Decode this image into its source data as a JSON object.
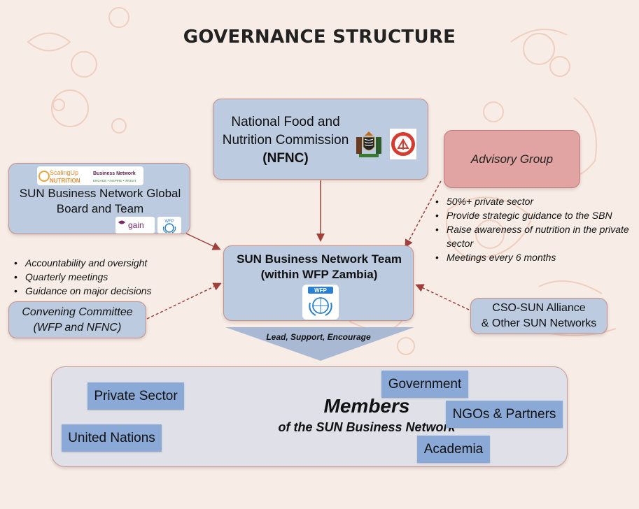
{
  "title": "GOVERNANCE STRUCTURE",
  "nfnc": {
    "line1": "National Food and",
    "line2": "Nutrition Commission",
    "line3": "(NFNC)"
  },
  "sbn_global": {
    "line1": "SUN Business Network Global",
    "line2": "Board and Team",
    "logo_sun": {
      "text1": "ScalingUp",
      "text2": "NUTRITION",
      "text3": "Business Network",
      "text4": "ENGAGE • INSPIRE • INVEST"
    },
    "logo_gain": "gain",
    "logo_wfp": "WFP"
  },
  "advisory": {
    "label": "Advisory Group",
    "bullets": [
      "50%+ private sector",
      "Provide strategic guidance to the SBN",
      "Raise awareness of nutrition in the private",
      "sector",
      "Meetings every 6 months"
    ]
  },
  "team": {
    "line1": "SUN Business Network Team",
    "line2": "(within WFP Zambia)",
    "logo": "WFP"
  },
  "convening": {
    "line1": "Convening Committee",
    "line2": "(WFP and NFNC)",
    "bullets": [
      "Accountability and oversight",
      "Quarterly meetings",
      "Guidance on major decisions"
    ]
  },
  "cso": {
    "line1": "CSO-SUN Alliance",
    "line2": "& Other SUN Networks"
  },
  "lead_label": "Lead, Support, Encourage",
  "members": {
    "title": "Members",
    "subtitle": "of the SUN Business Network",
    "chips": [
      "Private Sector",
      "Government",
      "NGOs & Partners",
      "United Nations",
      "Academia"
    ]
  },
  "colors": {
    "background": "#f7ede6",
    "box_blue": "#bccbe0",
    "advisory_pink": "#e2a3a3",
    "chip_blue": "#8aa9d6",
    "arrow": "#a0403a",
    "funnel": "#a9b9d3"
  },
  "icons": [
    "fruit-outline-decoration",
    "zambia-coat-of-arms-icon",
    "nfnc-seal-icon",
    "wfp-logo-icon",
    "gain-logo-icon",
    "sun-logo-icon"
  ]
}
